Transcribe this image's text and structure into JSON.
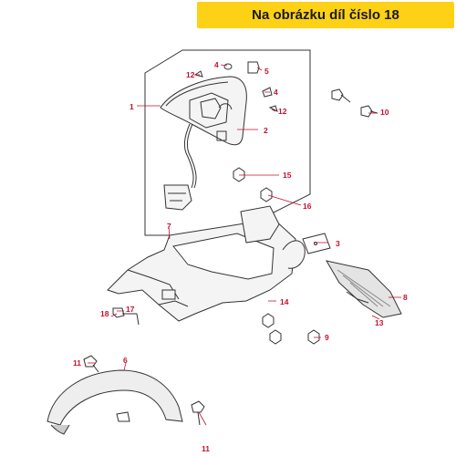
{
  "banner": {
    "text": "Na obrázku díl číslo 18",
    "bg_color": "#fcd116"
  },
  "colors": {
    "callout_text": "#c8102e",
    "leader": "#c8102e",
    "part_stroke": "#333333"
  },
  "callouts": {
    "c1": "1",
    "c2": "2",
    "c3": "3",
    "c4a": "4",
    "c4b": "4",
    "c5": "5",
    "c6": "6",
    "c7": "7",
    "c8": "8",
    "c9": "9",
    "c10": "10",
    "c11a": "11",
    "c11b": "11",
    "c12a": "12",
    "c12b": "12",
    "c13": "13",
    "c14": "14",
    "c15": "15",
    "c16": "16",
    "c17": "17",
    "c18": "18"
  },
  "highlighted_part": "18"
}
